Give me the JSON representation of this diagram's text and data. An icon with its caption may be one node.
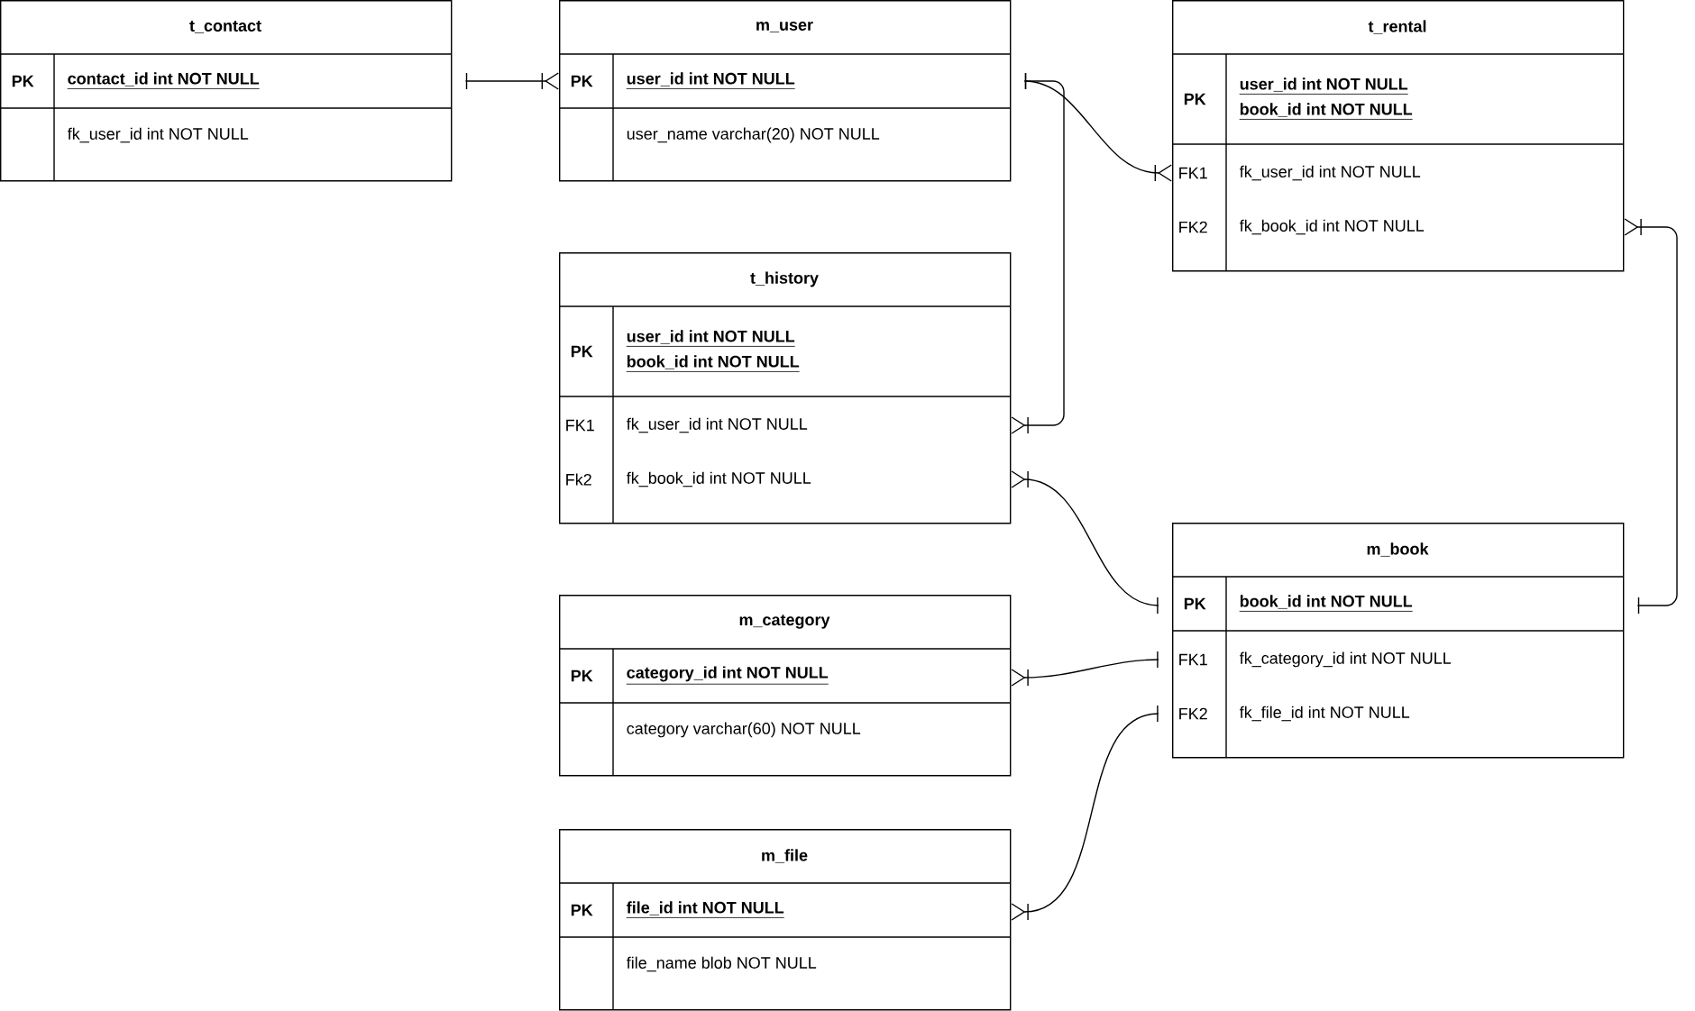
{
  "diagram": {
    "nodes": [
      {
        "text": [
          "t_contact",
          "PK",
          "contact_id int NOT NULL",
          "fk_user_id int NOT NULL"
        ]
      },
      {
        "text": [
          "m_user",
          "PK",
          "user_id int NOT NULL",
          "user_name varchar(20) NOT NULL"
        ]
      },
      {
        "text": [
          "t_rental",
          "PK",
          "user_id int NOT NULL",
          "book_id int NOT NULL",
          "FK1",
          "fk_user_id int NOT NULL",
          "FK2",
          "fk_book_id int NOT NULL"
        ]
      },
      {
        "text": [
          "t_history",
          "PK",
          "user_id int NOT NULL",
          "book_id int NOT NULL",
          "FK1",
          "fk_user_id int NOT NULL",
          "Fk2",
          "fk_book_id int NOT NULL"
        ]
      },
      {
        "text": [
          "m_category",
          "PK",
          "category_id int NOT NULL",
          "category varchar(60) NOT NULL"
        ]
      },
      {
        "text": [
          "m_book",
          "PK",
          "book_id int NOT NULL",
          "FK1",
          "fk_category_id int NOT NULL",
          "FK2",
          "fk_file_id int NOT NULL"
        ]
      },
      {
        "text": [
          "m_file",
          "PK",
          "file_id int NOT NULL",
          "file_name blob NOT NULL"
        ]
      }
    ],
    "edges": [
      {
        "from": 0,
        "to": 1,
        "arrow": "other"
      },
      {
        "from": 1,
        "to": 2,
        "arrow": "other"
      },
      {
        "from": 1,
        "to": 3,
        "arrow": "other"
      },
      {
        "from": 5,
        "to": 3,
        "arrow": "other"
      },
      {
        "from": 5,
        "to": 2,
        "arrow": "other"
      },
      {
        "from": 5,
        "to": 4,
        "arrow": "other"
      },
      {
        "from": 5,
        "to": 6,
        "arrow": "other"
      }
    ]
  }
}
